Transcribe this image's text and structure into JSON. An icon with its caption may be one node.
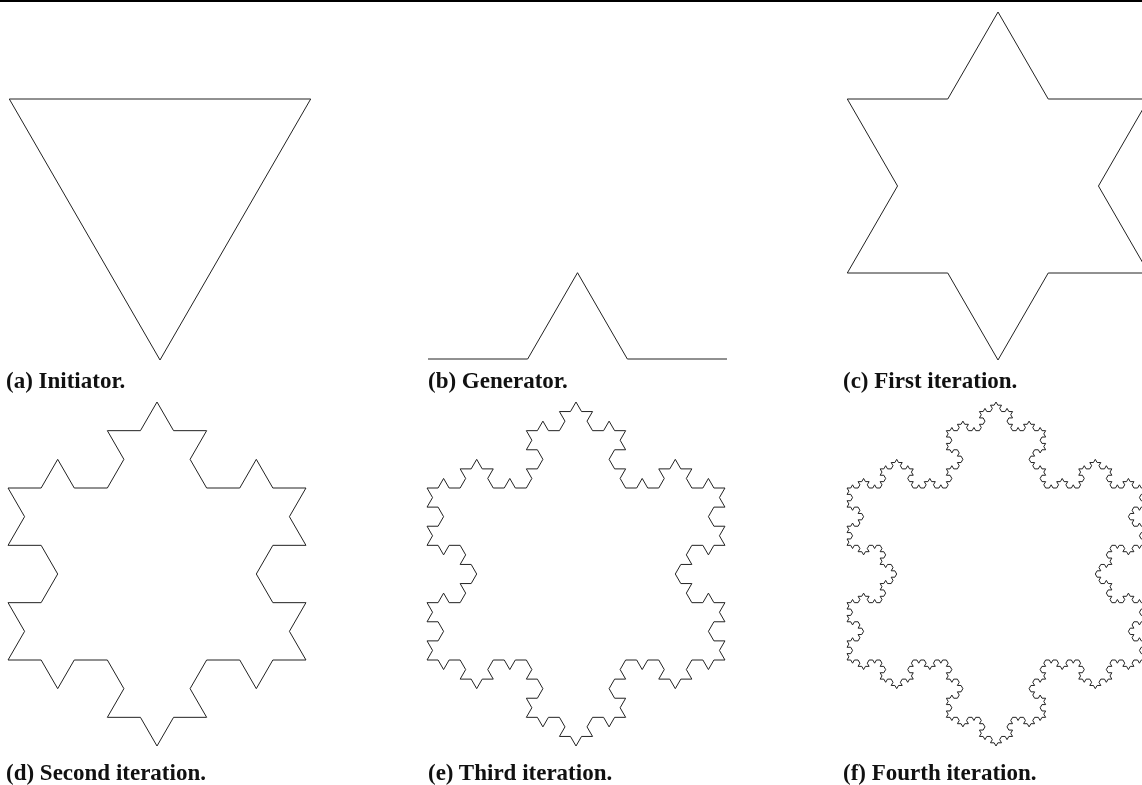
{
  "diagram": {
    "labels": [
      "(a) Initiator.",
      "(b) Generator.",
      "(c) First iteration.",
      "(d) Second iteration.",
      "(e) Third iteration.",
      "(f) Fourth iteration."
    ]
  }
}
